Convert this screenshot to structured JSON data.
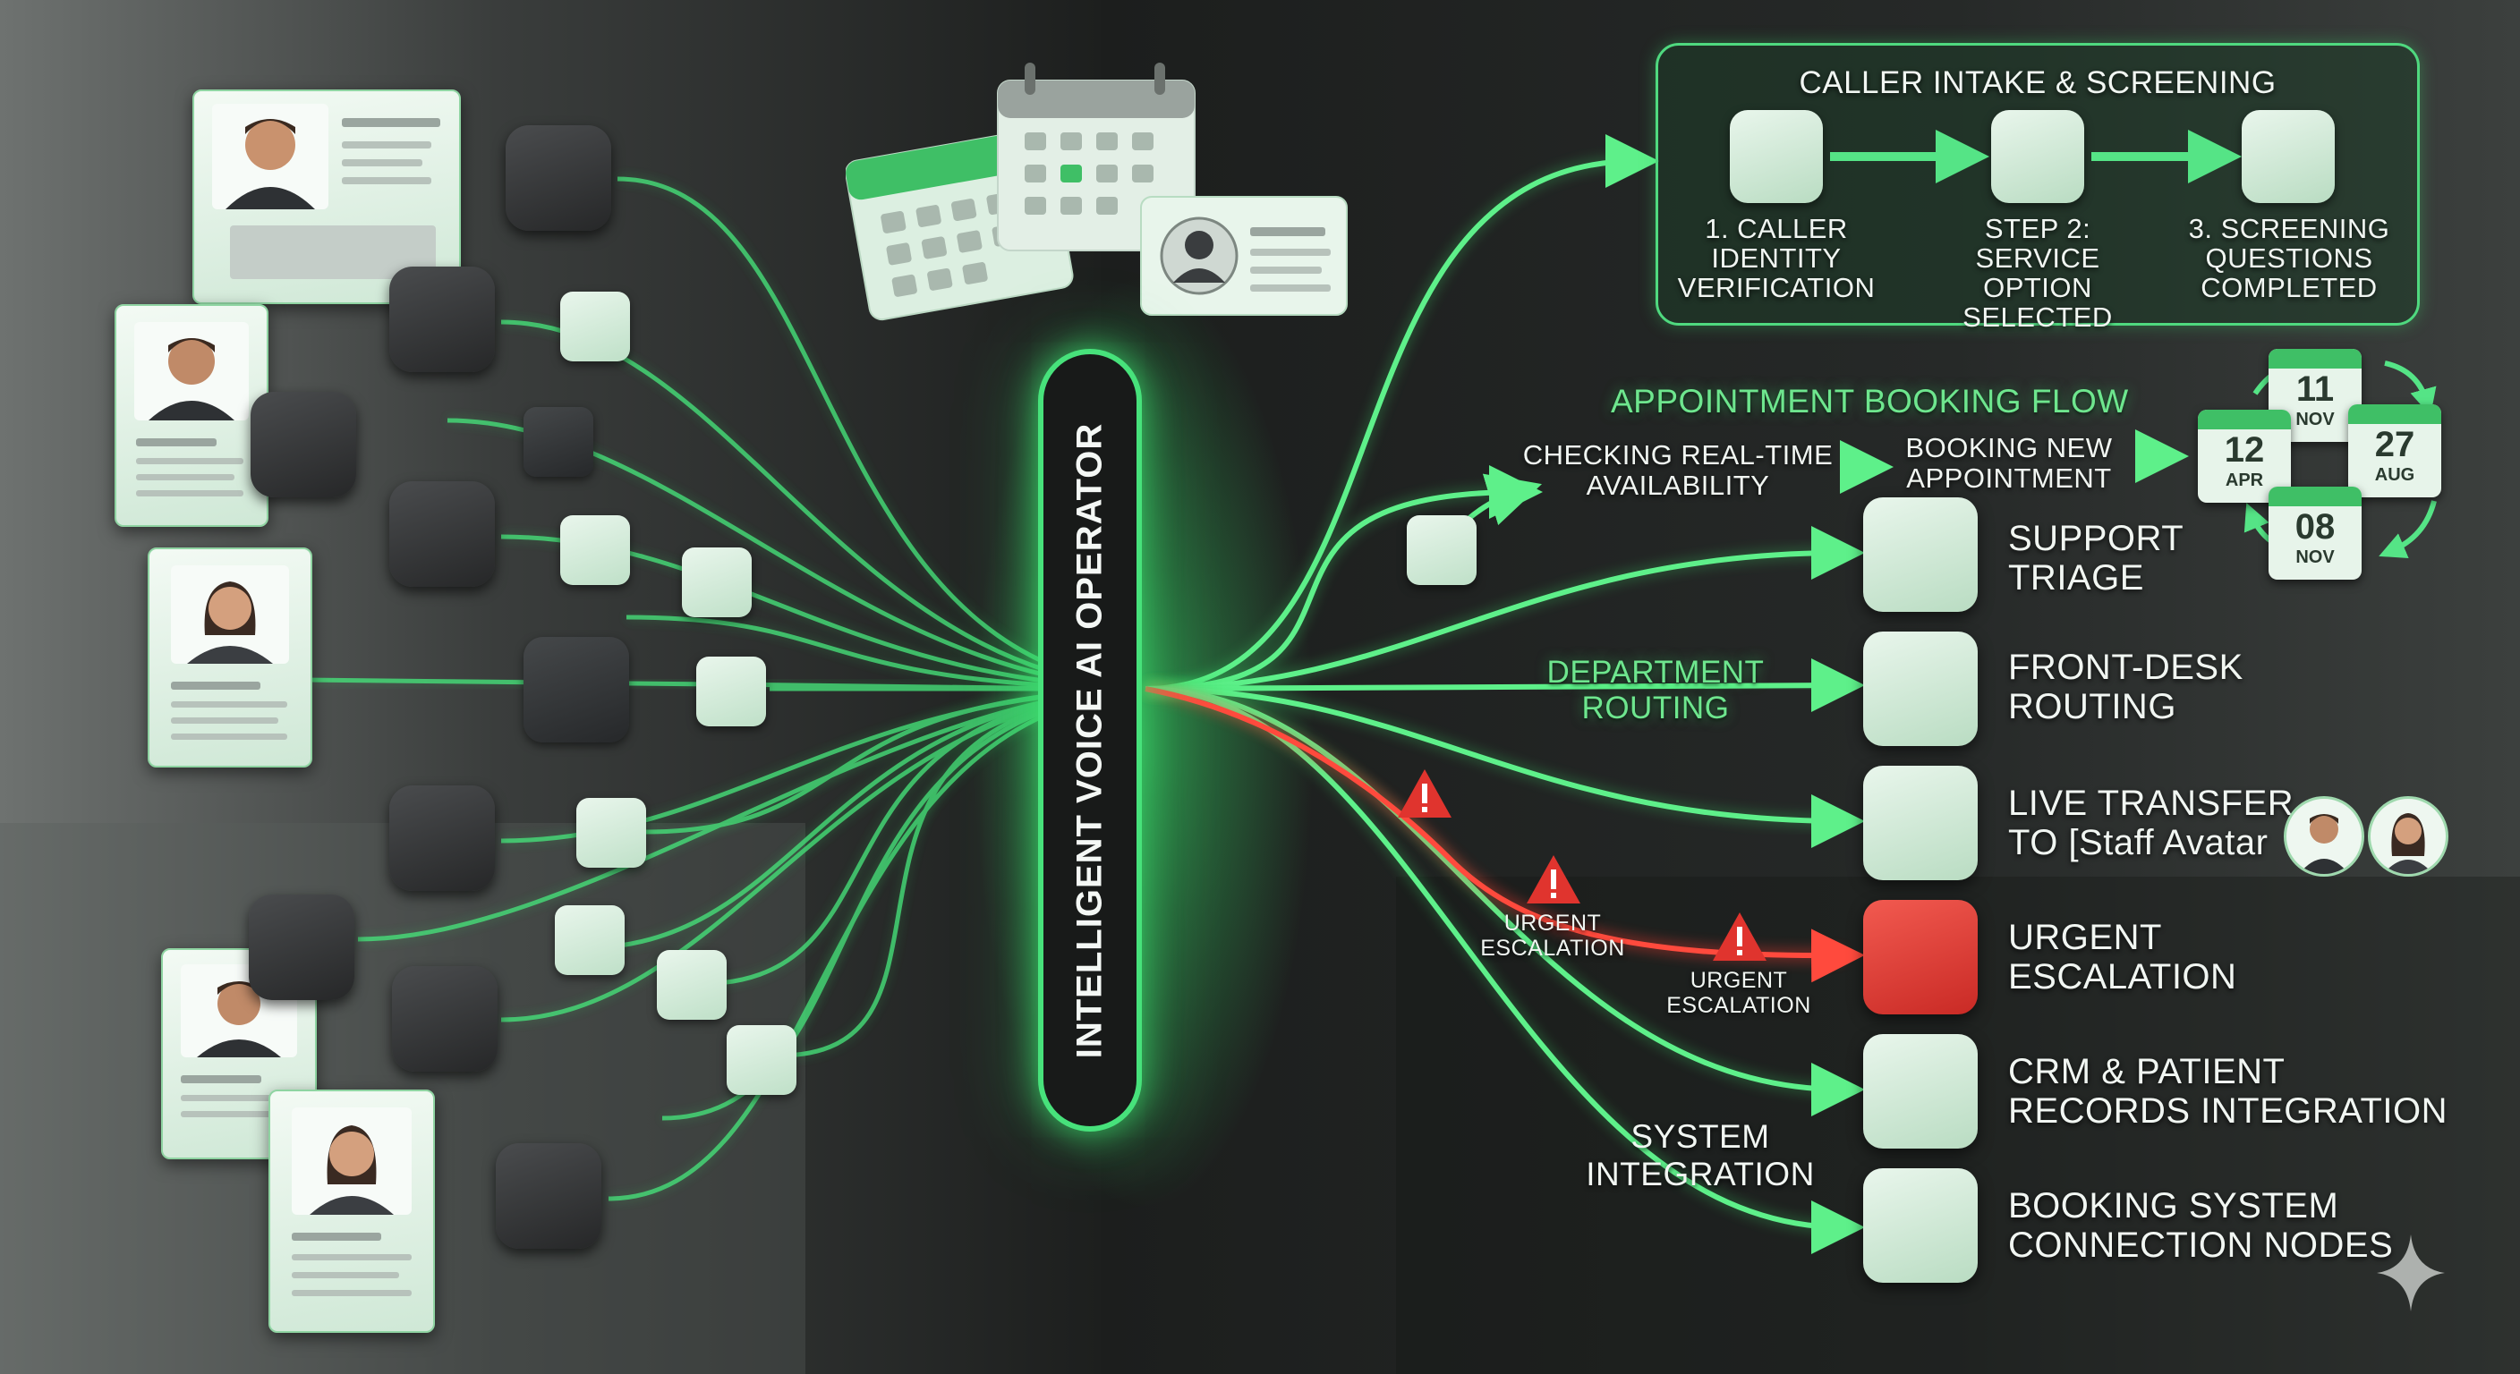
{
  "center": {
    "label": "INTELLIGENT VOICE AI OPERATOR"
  },
  "intake": {
    "title": "CALLER INTAKE & SCREENING",
    "steps": [
      {
        "lines": [
          "1. CALLER",
          "IDENTITY",
          "VERIFICATION"
        ],
        "icon": "user-check-icon"
      },
      {
        "lines": [
          "STEP 2:",
          "SERVICE OPTION",
          "SELECTED"
        ],
        "icon": "calendar-add-icon"
      },
      {
        "lines": [
          "3. SCREENING",
          "QUESTIONS",
          "COMPLETED"
        ],
        "icon": "checklist-icon"
      }
    ]
  },
  "booking": {
    "title": "APPOINTMENT BOOKING FLOW",
    "step1": [
      "CHECKING REAL-TIME",
      "AVAILABILITY"
    ],
    "step2": [
      "BOOKING NEW",
      "APPOINTMENT"
    ],
    "dates": [
      {
        "day": "11",
        "month": "NOV"
      },
      {
        "day": "12",
        "month": "APR"
      },
      {
        "day": "27",
        "month": "AUG"
      },
      {
        "day": "08",
        "month": "NOV"
      }
    ]
  },
  "flow_labels": {
    "department_routing": [
      "DEPARTMENT",
      "ROUTING"
    ],
    "urgent_1": [
      "URGENT",
      "ESCALATION"
    ],
    "urgent_2": [
      "URGENT",
      "ESCALATION"
    ],
    "system_integration": [
      "SYSTEM",
      "INTEGRATION"
    ]
  },
  "outcomes": [
    {
      "lines": [
        "SUPPORT",
        "TRIAGE"
      ],
      "icon": "funnel-icon"
    },
    {
      "lines": [
        "FRONT-DESK",
        "ROUTING"
      ],
      "icon": "group-icon"
    },
    {
      "lines": [
        "LIVE TRANSFER",
        "TO [Staff Avatar"
      ],
      "icon": "phone-transfer-icon"
    },
    {
      "lines": [
        "URGENT",
        "ESCALATION"
      ],
      "icon": "alert-icon"
    },
    {
      "lines": [
        "CRM & PATIENT",
        "RECORDS INTEGRATION"
      ],
      "icon": "database-icon"
    },
    {
      "lines": [
        "BOOKING SYSTEM",
        "CONNECTION NODES"
      ],
      "icon": "network-icon"
    }
  ],
  "colors": {
    "accent": "#3ddc6a",
    "alert": "#e0342e",
    "tile": "#d6eedc",
    "background": "#1e2120"
  }
}
